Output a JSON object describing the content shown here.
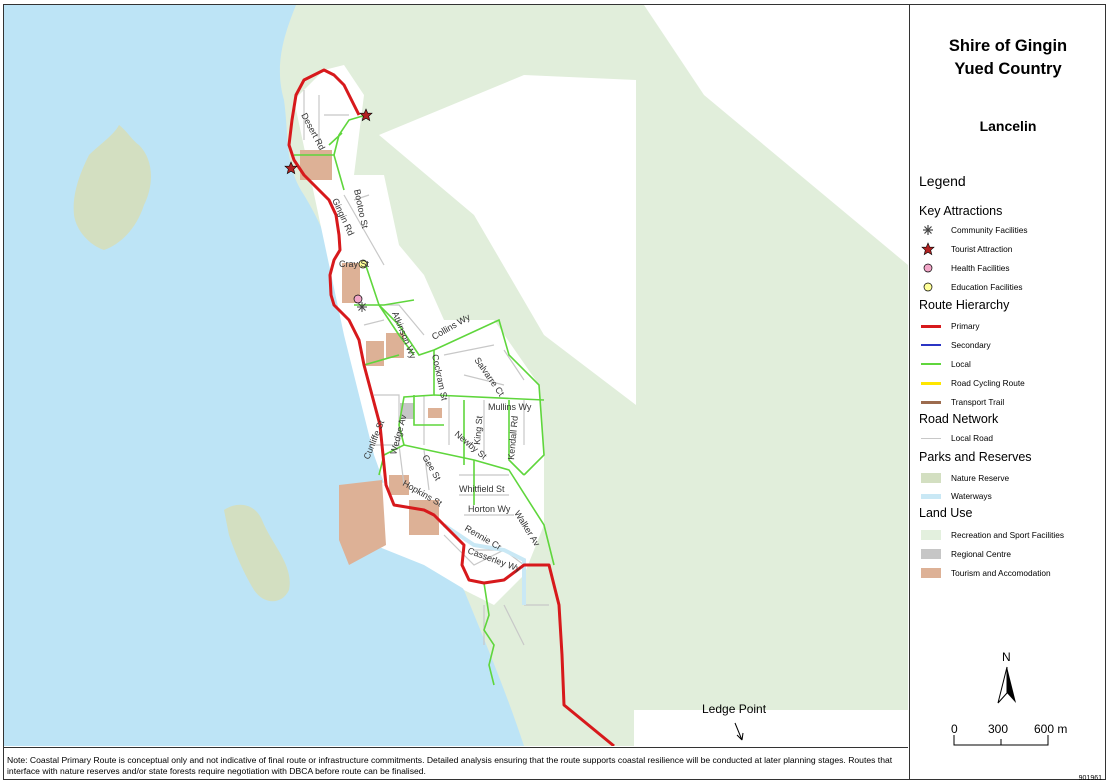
{
  "title": {
    "line1": "Shire of Gingin",
    "line2": "Yued Country",
    "place": "Lancelin"
  },
  "legend": {
    "heading": "Legend",
    "groups": [
      {
        "title": "Key Attractions",
        "items": [
          {
            "label": "Community Facilities",
            "icon": "community-facility-icon"
          },
          {
            "label": "Tourist Attraction",
            "icon": "star-icon"
          },
          {
            "label": "Health Facilities",
            "icon": "health-circle-icon"
          },
          {
            "label": "Education Facilities",
            "icon": "education-circle-icon"
          }
        ]
      },
      {
        "title": "Route Hierarchy",
        "items": [
          {
            "label": "Primary",
            "color": "#d7191c"
          },
          {
            "label": "Secondary",
            "color": "#2b35c4"
          },
          {
            "label": "Local",
            "color": "#5fd63c"
          },
          {
            "label": "Road Cycling Route",
            "color": "#ffe600"
          },
          {
            "label": "Transport Trail",
            "color": "#9c6b4e"
          }
        ]
      },
      {
        "title": "Road Network",
        "items": [
          {
            "label": "Local Road",
            "color": "#c8c8c8"
          }
        ]
      },
      {
        "title": "Parks and Reserves",
        "items": [
          {
            "label": "Nature Reserve",
            "color": "#d3dfc1"
          },
          {
            "label": "Waterways",
            "color": "#c9e8f5"
          }
        ]
      },
      {
        "title": "Land Use",
        "items": [
          {
            "label": "Recreation and Sport Facilities",
            "color": "#e3f0de"
          },
          {
            "label": "Regional Centre",
            "color": "#c6c6c6"
          },
          {
            "label": "Tourism and Accomodation",
            "color": "#ddb196"
          }
        ]
      }
    ]
  },
  "north_arrow": {
    "label": "N"
  },
  "scale_bar": {
    "ticks": [
      "0",
      "300",
      "600 m"
    ]
  },
  "map": {
    "colors": {
      "ocean": "#bde4f6",
      "bush": "#e1eedb",
      "island": "#d3dfc1",
      "urban": "#ffffff",
      "tourism": "#ddb196",
      "regional": "#c6c6c6",
      "primary": "#d7191c",
      "local": "#5fd63c",
      "road": "#c8c8c8"
    },
    "place_label": "Ledge Point",
    "street_labels": [
      "Desert Rd",
      "Bootoo St",
      "Gingin Rd",
      "Cray St",
      "Atkinson Wy",
      "Collins Wy",
      "Cockram St",
      "Salvarre Ct",
      "Mullins Wy",
      "King St",
      "Kendall Rd",
      "Cunliffe St",
      "Wedge Av",
      "Gee St",
      "Newby St",
      "Hopkins St",
      "Whitfield St",
      "Horton Wy",
      "Walker Av",
      "Rennie Cr",
      "Casserley Wy"
    ]
  },
  "note": "Note: Coastal Primary Route is conceptual only and not indicative of final route or infrastructure commitments. Detailed analysis ensuring that the route supports coastal resilience will be conducted at later planning stages.  Routes that interface with nature reserves and/or state forests require negotiation with DBCA before route can be finalised.",
  "map_id": "901961"
}
